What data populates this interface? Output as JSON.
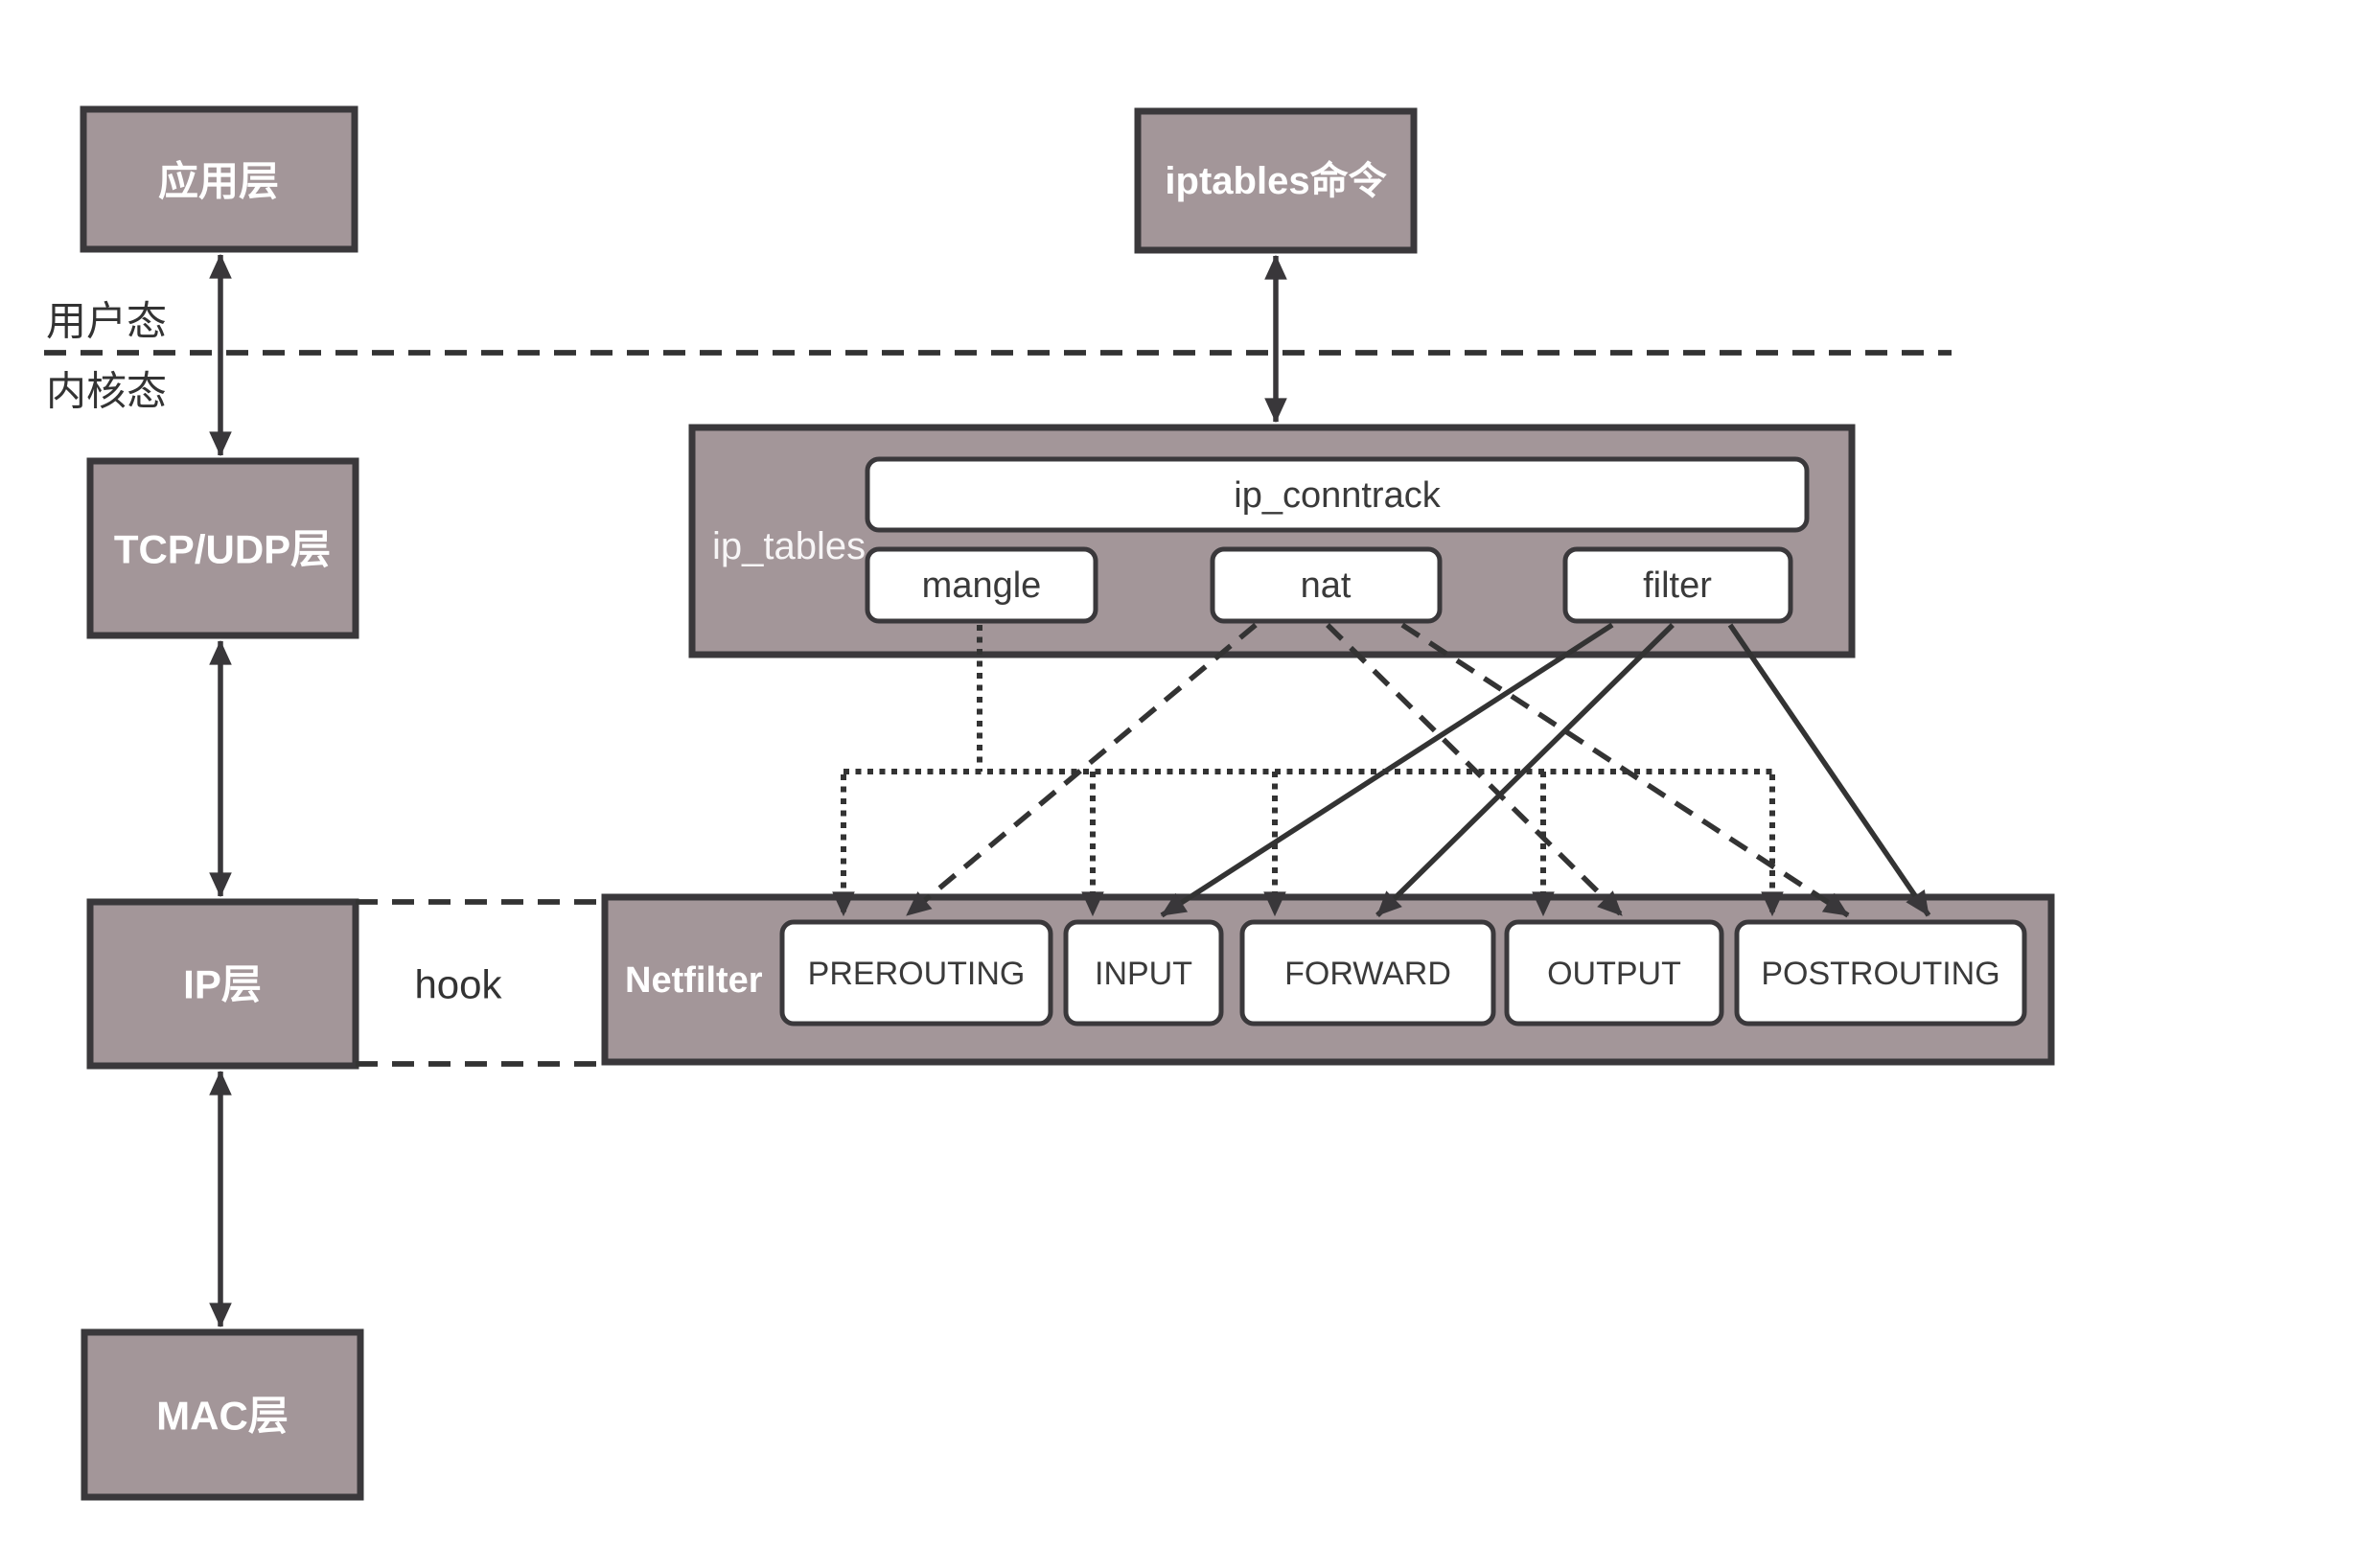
{
  "modes": {
    "user": "用户态",
    "kernel": "内核态"
  },
  "layers": {
    "app": "应用层",
    "tcp_udp": "TCP/UDP层",
    "ip": "IP层",
    "mac": "MAC层"
  },
  "iptables_command": {
    "label": "iptables命令"
  },
  "ip_tables": {
    "label": "ip_tables",
    "conntrack_label": "ip_conntrack",
    "tables": [
      "mangle",
      "nat",
      "filter"
    ]
  },
  "netfilter": {
    "label": "Netfilter",
    "hook_label": "hook",
    "chains": [
      "PREROUTING",
      "INPUT",
      "FORWARD",
      "OUTPUT",
      "POSTROUTING"
    ]
  },
  "colors": {
    "box_fill": "#a39699",
    "box_border": "#3a383b",
    "line": "#333333",
    "white_box": "#ffffff",
    "text_dark": "#333333",
    "text_light": "#ffffff",
    "background": "#ffffff"
  }
}
